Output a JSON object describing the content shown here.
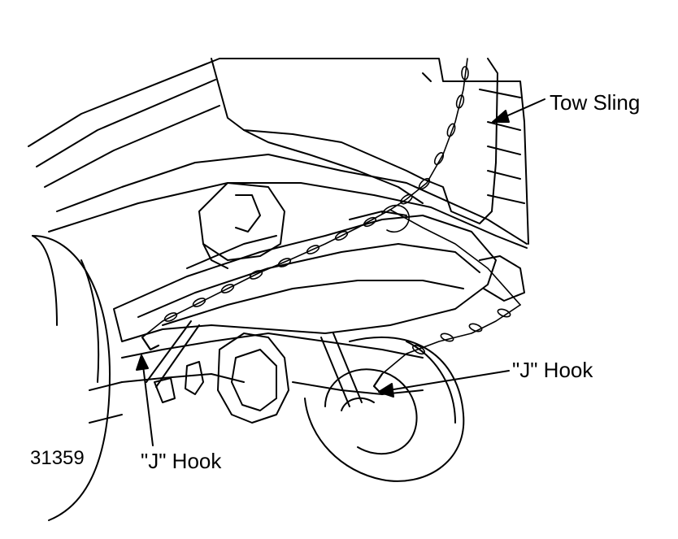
{
  "labels": {
    "tow_sling": "Tow Sling",
    "j_hook_right": "\"J\" Hook",
    "j_hook_left": "\"J\" Hook",
    "figure_number": "31359"
  }
}
